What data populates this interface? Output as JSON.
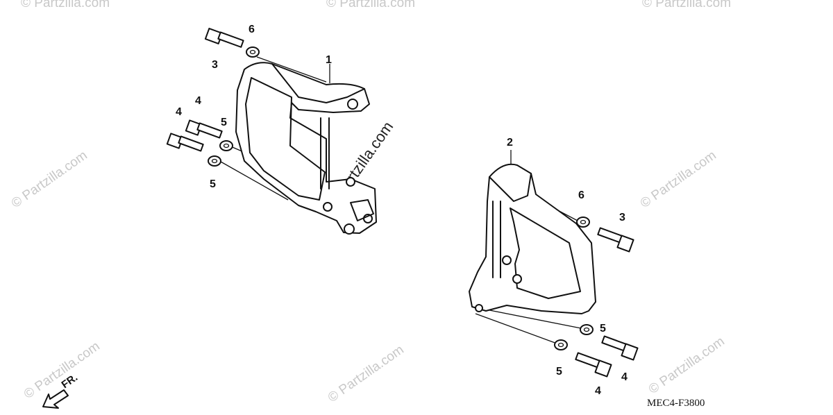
{
  "diagram": {
    "code": "MEC4-F3800",
    "front_label": "FR.",
    "watermark": "© Partzilla.com",
    "watermark_center": "Partzilla.com"
  },
  "callouts": {
    "left": {
      "handle": "1",
      "bolt_top": "3",
      "washer_top": "6",
      "bolt_a": "4",
      "bolt_b": "4",
      "washer_a": "5",
      "washer_b": "5"
    },
    "right": {
      "handle": "2",
      "washer_top": "6",
      "bolt_top": "3",
      "washer_a": "5",
      "washer_b": "5",
      "bolt_a": "4",
      "bolt_b": "4"
    }
  }
}
